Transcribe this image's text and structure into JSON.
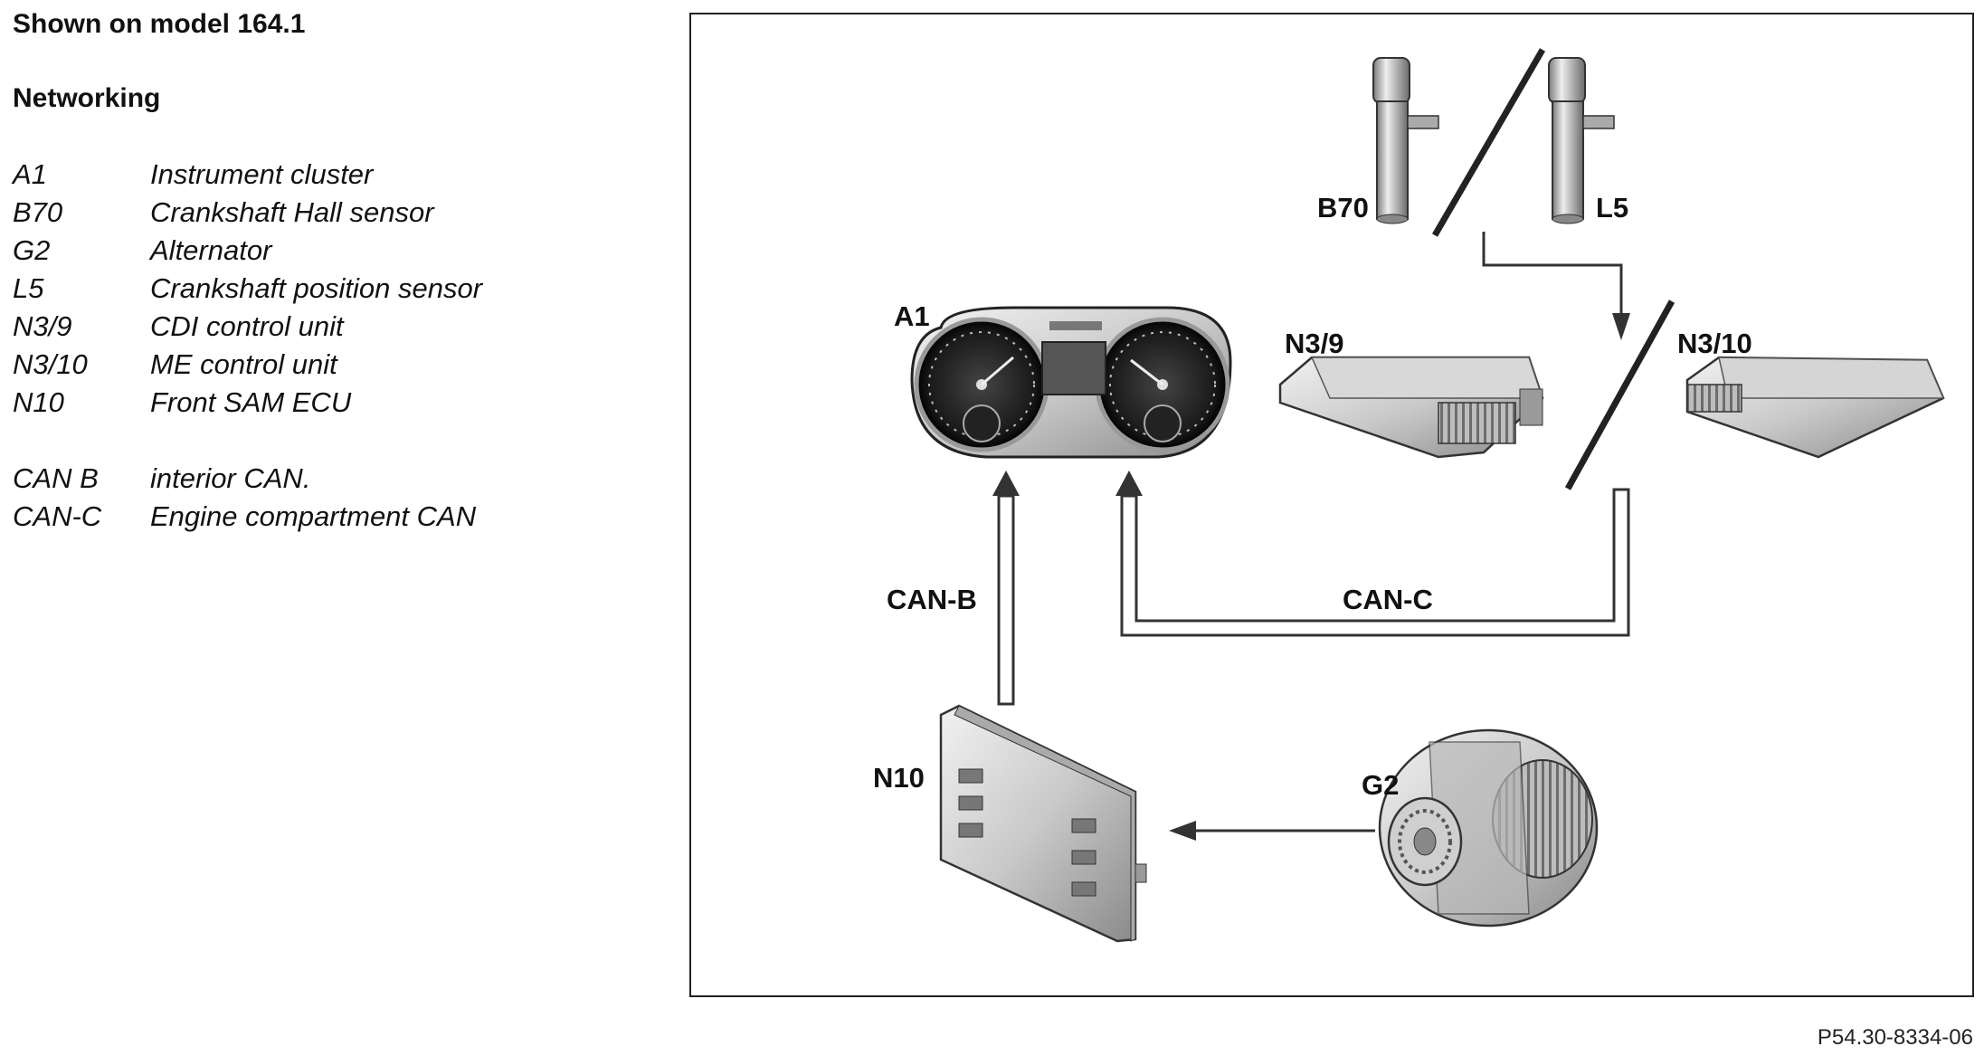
{
  "header": {
    "model": "Shown on model 164.1",
    "section": "Networking"
  },
  "legend": [
    {
      "code": "A1",
      "desc": "Instrument cluster"
    },
    {
      "code": "B70",
      "desc": "Crankshaft Hall sensor"
    },
    {
      "code": "G2",
      "desc": "Alternator"
    },
    {
      "code": "L5",
      "desc": "Crankshaft position sensor"
    },
    {
      "code": "N3/9",
      "desc": "CDI control unit"
    },
    {
      "code": "N3/10",
      "desc": "ME control unit"
    },
    {
      "code": "N10",
      "desc": "Front SAM ECU"
    }
  ],
  "bus_legend": [
    {
      "code": "CAN B",
      "desc": "interior CAN."
    },
    {
      "code": "CAN-C",
      "desc": "Engine compartment CAN"
    }
  ],
  "diagram": {
    "labels": {
      "a1": "A1",
      "b70": "B70",
      "l5": "L5",
      "n39": "N3/9",
      "n310": "N3/10",
      "n10": "N10",
      "g2": "G2",
      "canb": "CAN-B",
      "canc": "CAN-C"
    }
  },
  "footer": {
    "ref": "P54.30-8334-06"
  }
}
